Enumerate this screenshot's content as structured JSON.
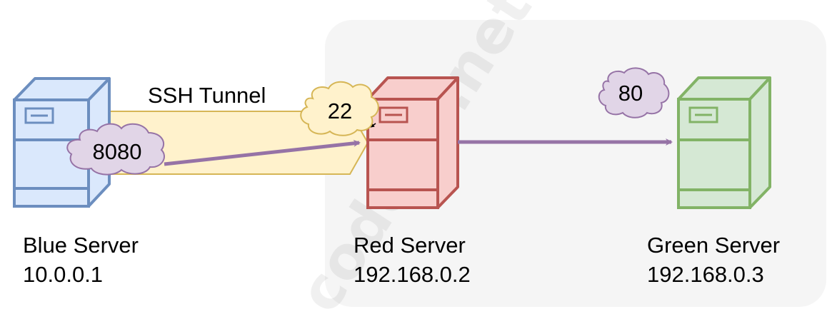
{
  "tunnel": {
    "label": "SSH Tunnel"
  },
  "ports": {
    "blue": "8080",
    "red": "22",
    "green": "80"
  },
  "servers": [
    {
      "id": "blue",
      "name": "Blue Server",
      "ip": "10.0.0.1"
    },
    {
      "id": "red",
      "name": "Red Server",
      "ip": "192.168.0.2"
    },
    {
      "id": "green",
      "name": "Green Server",
      "ip": "192.168.0.3"
    }
  ],
  "watermark": "codebu.net",
  "colors": {
    "blue_fill": "#dae8fc",
    "blue_stroke": "#6c8ebf",
    "red_fill": "#f8cecc",
    "red_stroke": "#b85450",
    "green_fill": "#d5e8d4",
    "green_stroke": "#82b366",
    "tunnel_fill": "#fff2cc",
    "tunnel_stroke": "#d6b656",
    "port_fill": "#e1d5e7",
    "port_stroke": "#9673a6",
    "arrow": "#9673a6",
    "zone_fill": "#f5f5f5"
  }
}
